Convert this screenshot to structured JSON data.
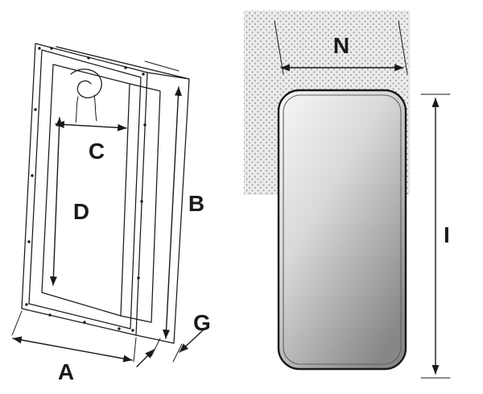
{
  "diagram": {
    "type": "technical-dimension-diagram",
    "views": {
      "frame": {
        "name": "frame-cutout-isometric-view",
        "dimension_labels": {
          "overall_width": "A",
          "overall_height": "B",
          "inner_width": "C",
          "inner_height": "D",
          "frame_depth": "G"
        }
      },
      "panel": {
        "name": "panel-front-view",
        "dimension_labels": {
          "panel_width": "N",
          "panel_height": "I"
        }
      }
    },
    "colors": {
      "background": "#ffffff",
      "line": "#1a1a1a",
      "stipple_bg": "#ebebeb",
      "stipple_dot": "#a6a6a6",
      "panel_light": "#f7f7f7",
      "panel_mid": "#d9d9d9",
      "panel_dark": "#878787"
    }
  }
}
